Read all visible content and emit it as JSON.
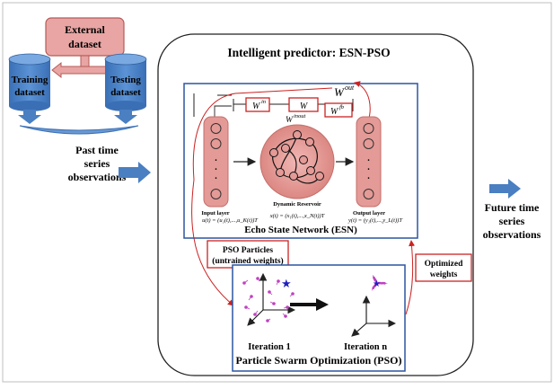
{
  "diagram": {
    "data_side": {
      "external": [
        "External",
        "dataset"
      ],
      "training": [
        "Training",
        "dataset"
      ],
      "testing": [
        "Testing",
        "dataset"
      ],
      "past": [
        "Past time",
        "series",
        "observations"
      ]
    },
    "predictor_title": "Intelligent predictor: ESN-PSO",
    "esn": {
      "title": "Echo State Network (ESN)",
      "w_out": "W",
      "w_out_sup": "out",
      "w_in": "W",
      "w_in_sup": "in",
      "w": "W",
      "w_fb": "W",
      "w_fb_sup": "fb",
      "w_inout": "W",
      "w_inout_sup": "inout",
      "input_layer": "Input layer",
      "reservoir": "Dynamic Reservoir",
      "output_layer": "Output layer",
      "u_eq": "u(t) = (u₁(t),...,u_K(t))T",
      "x_eq": "x(t) = (x₁(t),...,x_N(t))T",
      "y_eq": "y(t) = (y₁(t),...,y_L(t))T",
      "dots": "."
    },
    "pso_particles": [
      "PSO Particles",
      "(untrained weights)"
    ],
    "optimized": [
      "Optimized",
      "weights"
    ],
    "pso": {
      "iter1": "Iteration 1",
      "itern": "Iteration n",
      "title": "Particle Swarm Optimization (PSO)"
    },
    "future": [
      "Future time",
      "series",
      "observations"
    ]
  },
  "colors": {
    "cylinder": "#4a80c4",
    "external": "#e8a5a3",
    "arrow_blue": "#4a7fc1",
    "red": "#cc2222",
    "layer_fill": "#e49a96",
    "particle": "#c040c0",
    "star": "#2020c0"
  }
}
